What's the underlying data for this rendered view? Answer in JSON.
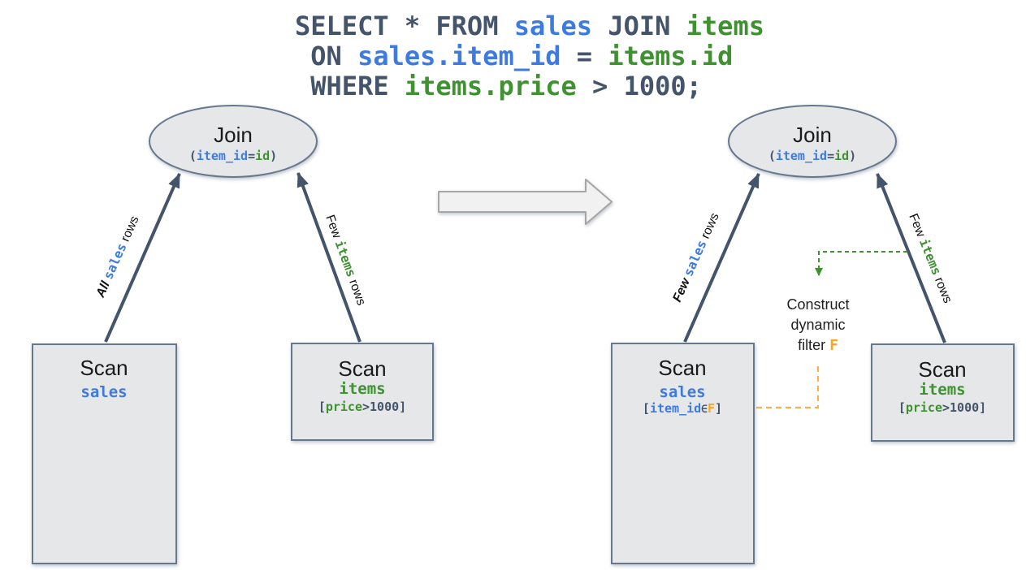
{
  "colors": {
    "keyword_slate": "#44546a",
    "sales_blue": "#3d7be1",
    "items_green": "#3f9131",
    "filter_orange": "#ffa21f",
    "orange_dash": "#fcb045",
    "green_dash": "#3f9131",
    "arrow_slate": "#44546a",
    "shape_fill": "#e6e7e9",
    "shape_border": "#66788e",
    "big_arrow_fill": "#f1f1f1",
    "big_arrow_border": "#a6a6a6"
  },
  "sql_query": {
    "line1": {
      "kw_select_from": "SELECT * FROM ",
      "sales": "sales",
      "kw_join": " JOIN ",
      "items": "items"
    },
    "line2": {
      "kw_on": " ON ",
      "sales_col": "sales.item_id",
      "kw_eq": " = ",
      "items_col": "items.id"
    },
    "line3": {
      "kw_where": " WHERE ",
      "items_col": "items.price",
      "kw_cmp": " > 1000;"
    }
  },
  "left_plan": {
    "join_node": {
      "title": "Join",
      "open": "(",
      "left_col": "item_id",
      "eq": "=",
      "right_col": "id",
      "close": ")"
    },
    "sales_edge_label": {
      "qty": "All ",
      "table": "sales",
      "suffix": " rows"
    },
    "items_edge_label": {
      "qty": "Few ",
      "table": "items",
      "suffix": " rows"
    },
    "sales_scan": {
      "op": "Scan",
      "table": "sales"
    },
    "items_scan": {
      "op": "Scan",
      "table": "items",
      "pred_open": "[",
      "pred_col": "price",
      "pred_rest": ">1000]"
    }
  },
  "right_plan": {
    "join_node": {
      "title": "Join",
      "open": "(",
      "left_col": "item_id",
      "eq": "=",
      "right_col": "id",
      "close": ")"
    },
    "sales_edge_label": {
      "qty": "Few ",
      "table": "sales",
      "suffix": " rows"
    },
    "items_edge_label": {
      "qty": "Few ",
      "table": "items",
      "suffix": " rows"
    },
    "sales_scan": {
      "op": "Scan",
      "table": "sales",
      "pred_open": "[",
      "pred_col": "item_id",
      "pred_in": "∈",
      "pred_f": "F",
      "pred_close": "]"
    },
    "items_scan": {
      "op": "Scan",
      "table": "items",
      "pred_open": "[",
      "pred_col": "price",
      "pred_rest": ">1000]"
    },
    "construct_note": {
      "line1": "Construct",
      "line2": "dynamic",
      "line3_prefix": "filter ",
      "filter_f": "F"
    }
  }
}
